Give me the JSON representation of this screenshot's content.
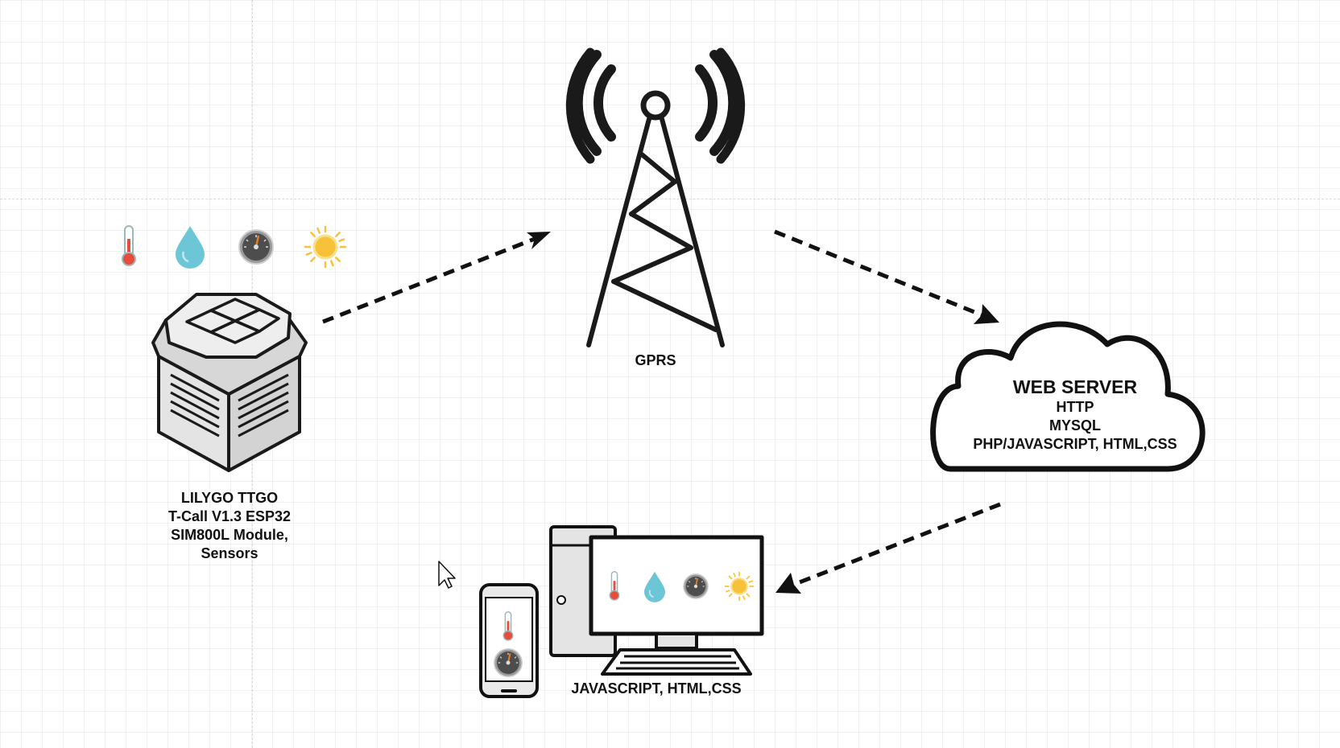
{
  "device": {
    "label_lines": [
      "LILYGO TTGO",
      "T-Call V1.3 ESP32",
      "SIM800L Module,",
      "Sensors"
    ],
    "sensor_icons": [
      "thermometer-icon",
      "water-drop-icon",
      "gauge-icon",
      "sun-icon"
    ]
  },
  "tower": {
    "label": "GPRS",
    "icon": "cell-tower-icon"
  },
  "server": {
    "title": "WEB SERVER",
    "lines": [
      "HTTP",
      "MYSQL",
      "PHP/JAVASCRIPT, HTML,CSS"
    ],
    "icon": "cloud-icon"
  },
  "client": {
    "label": "JAVASCRIPT, HTML,CSS",
    "icons": [
      "smartphone-icon",
      "desktop-computer-icon"
    ]
  },
  "colors": {
    "stroke": "#1a1a1a",
    "thermometer": "#e74c3c",
    "drop": "#6cc6d6",
    "gauge": "#555555",
    "sun": "#f7c23a",
    "device_body": "#e4e4e4"
  }
}
